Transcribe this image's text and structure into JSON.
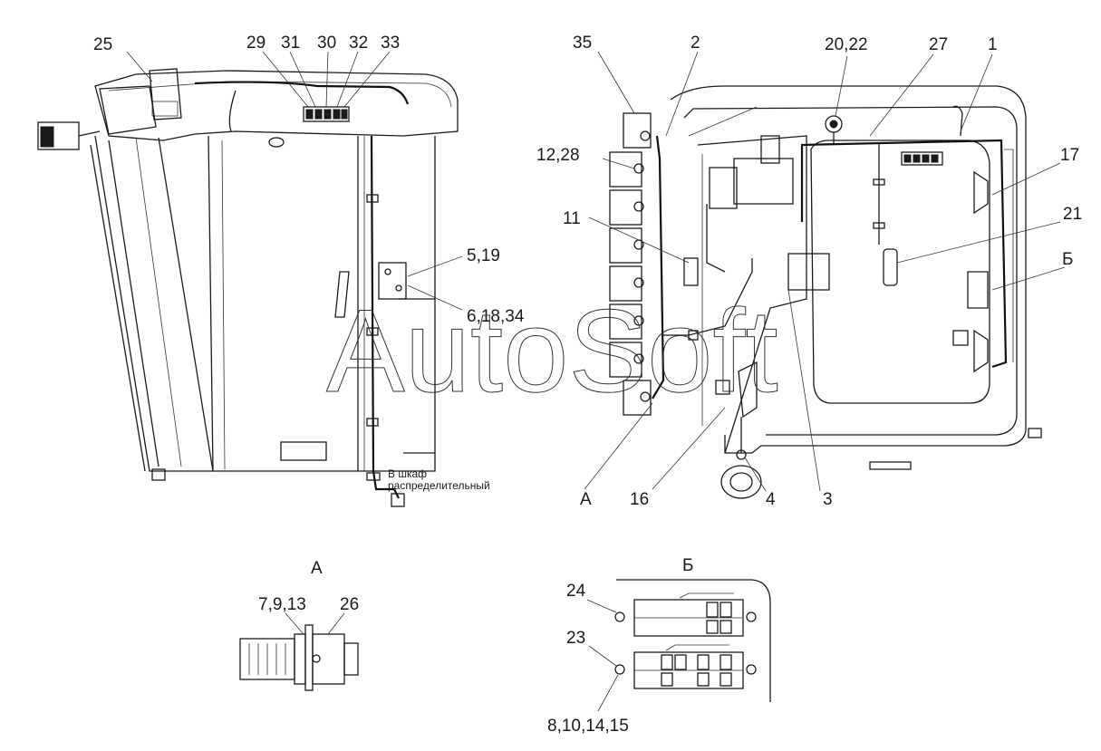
{
  "watermark": "AutoSoft",
  "callouts": {
    "c25": "25",
    "c29": "29",
    "c31": "31",
    "c30": "30",
    "c32": "32",
    "c33": "33",
    "c35": "35",
    "c2": "2",
    "c20_22": "20,22",
    "c27": "27",
    "c1": "1",
    "c12_28": "12,28",
    "c17": "17",
    "c11": "11",
    "c21": "21",
    "c5_19": "5,19",
    "cB_cyr": "Б",
    "c6_18_34": "6,18,34",
    "cA": "А",
    "c16": "16",
    "c4": "4",
    "c3": "3"
  },
  "note": {
    "line1": "В шкаф",
    "line2": "распределительный"
  },
  "view_a": {
    "title": "А",
    "c7_9_13": "7,9,13",
    "c26": "26"
  },
  "view_b": {
    "title": "Б",
    "c24": "24",
    "c23": "23",
    "c8_10_14_15": "8,10,14,15"
  }
}
